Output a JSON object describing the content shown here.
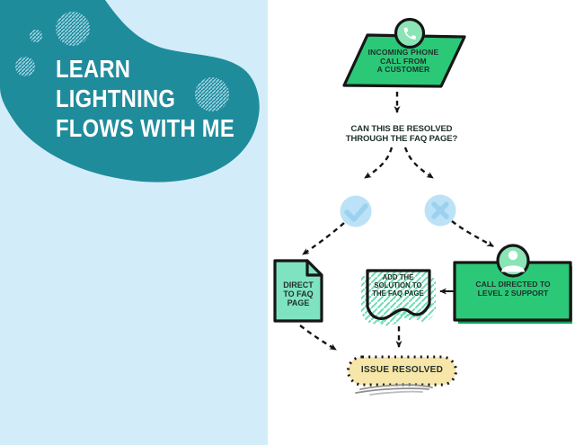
{
  "title_panel": {
    "title": "LEARN\nLIGHTNING\nFLOWS WITH ME"
  },
  "flowchart": {
    "start_node": {
      "label": "INCOMING PHONE\nCALL FROM\nA CUSTOMER",
      "icon": "phone-icon",
      "shape": "parallelogram"
    },
    "decision": {
      "label": "CAN THIS BE RESOLVED\nTHROUGH THE FAQ PAGE?",
      "yes_icon": "checkmark-icon",
      "no_icon": "cross-icon"
    },
    "faq_node": {
      "label": "DIRECT\nTO FAQ\nPAGE",
      "shape": "document"
    },
    "solution_node": {
      "label": "ADD THE\nSOLUTION TO\nTHE FAQ PAGE",
      "shape": "torn-document"
    },
    "support_node": {
      "label": "CALL DIRECTED TO\nLEVEL 2 SUPPORT",
      "icon": "person-icon",
      "shape": "rectangle"
    },
    "end_node": {
      "label": "ISSUE RESOLVED",
      "shape": "stadium-dotted"
    }
  },
  "colors": {
    "panel_bg": "#d3ecf9",
    "blob": "#1f8c9c",
    "hatch_blue": "#a8d8e8",
    "ink": "#161616",
    "green": "#2bc878",
    "green_shadow": "#0f9e56",
    "mint": "#8ae4b6",
    "mint_doc": "#7fe3c1",
    "hatch_green": "#6edcb4",
    "blue_circle": "#bce2f7",
    "blue_glyph": "#9cd2ef",
    "cream": "#f7e6a9",
    "label_ink": "#20312a",
    "squiggle": "#8f8f8f",
    "white": "#ffffff"
  }
}
